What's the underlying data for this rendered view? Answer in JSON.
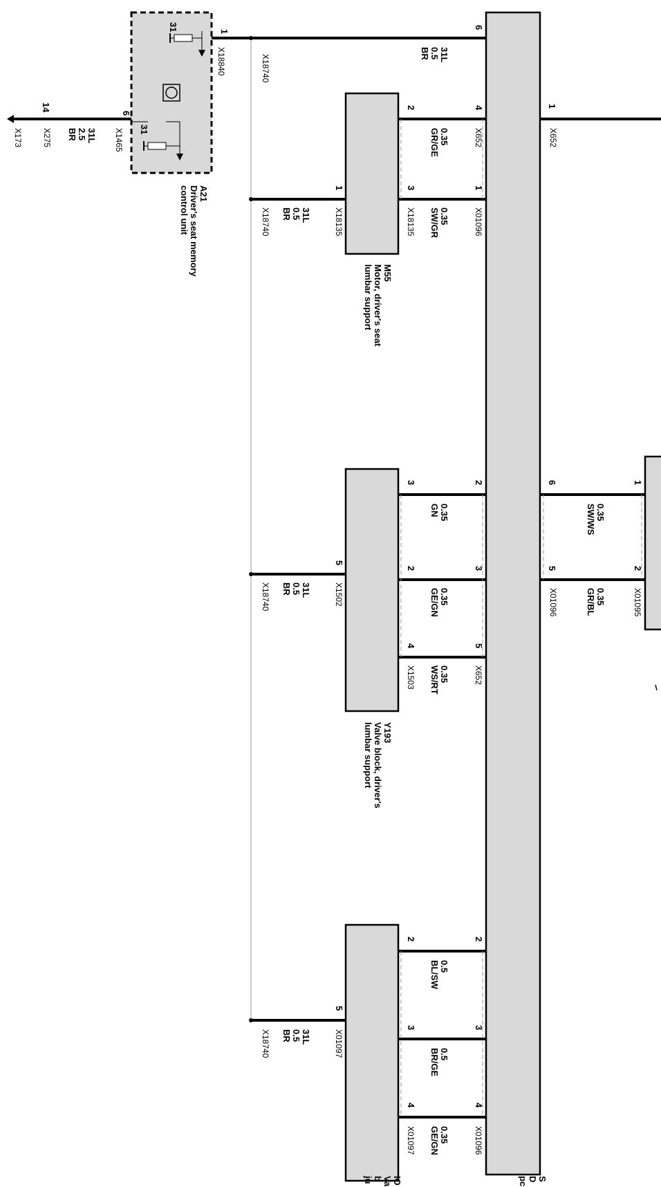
{
  "control_unit": {
    "id": "A21",
    "name_line1": "Driver's seat memory",
    "name_line2": "control unit",
    "pin_top": "1",
    "pin_bottom": "6",
    "ground_top": "31",
    "ground_bottom": "31",
    "conn_top": "X18840",
    "conn_bottom": "X1465"
  },
  "left_wire": {
    "pin": "14",
    "conn": "X275",
    "splice": "X173",
    "signal": "31L",
    "gauge": "2.5",
    "color": "BR"
  },
  "ground_bus": {
    "conn_top": "X18740",
    "signal": "31L",
    "gauge": "0.5",
    "color": "BR"
  },
  "main_unit": {
    "id": "S",
    "name_line1": "D",
    "name_line2": "pc"
  },
  "right_conn": {
    "pin": "1",
    "conn": "X652"
  },
  "top_wire": {
    "pin_main": "6",
    "signal": "31L",
    "gauge": "0.5",
    "color": "BR"
  },
  "motor": {
    "id": "M55",
    "name_line1": "Motor, driver's seat",
    "name_line2": "lumbar support",
    "wire_a": {
      "pin_main": "4",
      "pin_comp": "2",
      "gauge": "0.35",
      "color": "GR/GE",
      "conn": "X652"
    },
    "wire_b": {
      "pin_main": "1",
      "pin_comp": "3",
      "gauge": "0.35",
      "color": "SW/GR",
      "conn": "X01096",
      "conn_comp": "X18135"
    },
    "ground": {
      "pin": "1",
      "conn": "X18135",
      "bus_conn": "X18740"
    }
  },
  "valve1": {
    "id": "Y193",
    "name_line1": "Valve block, driver's",
    "name_line2": "lumbar support",
    "wire_a": {
      "pin_main": "2",
      "pin_comp": "3",
      "gauge": "0.35",
      "color": "GN"
    },
    "wire_b": {
      "pin_main": "3",
      "pin_comp": "2",
      "gauge": "0.35",
      "color": "GE/GN"
    },
    "wire_c": {
      "pin_main": "5",
      "pin_comp": "4",
      "gauge": "0.35",
      "color": "WS/RT",
      "conn": "X652",
      "conn_comp": "X1503"
    },
    "ground": {
      "pin": "5",
      "conn": "X1502",
      "bus_conn": "X18740"
    }
  },
  "upper_comp": {
    "wire_a": {
      "pin_main": "6",
      "pin_comp": "1",
      "gauge": "0.35",
      "color": "SW/WS"
    },
    "wire_b": {
      "pin_main": "5",
      "pin_comp": "2",
      "gauge": "0.35",
      "color": "GR/BL",
      "conn": "X01096",
      "conn_comp": "X01095"
    }
  },
  "valve2": {
    "id": "IO",
    "name_line1": "Va",
    "name_line2": "b",
    "name_line3": "ju",
    "wire_a": {
      "pin_main": "2",
      "pin_comp": "2",
      "gauge": "0.5",
      "color": "BL/SW"
    },
    "wire_b": {
      "pin_main": "3",
      "pin_comp": "3",
      "gauge": "0.5",
      "color": "BR/GE"
    },
    "wire_c": {
      "pin_main": "4",
      "pin_comp": "4",
      "gauge": "0.35",
      "color": "GE/GN",
      "conn": "X01096",
      "conn_comp": "X01097"
    },
    "ground": {
      "pin": "5",
      "conn": "X01097",
      "bus_conn": "X18740"
    }
  }
}
